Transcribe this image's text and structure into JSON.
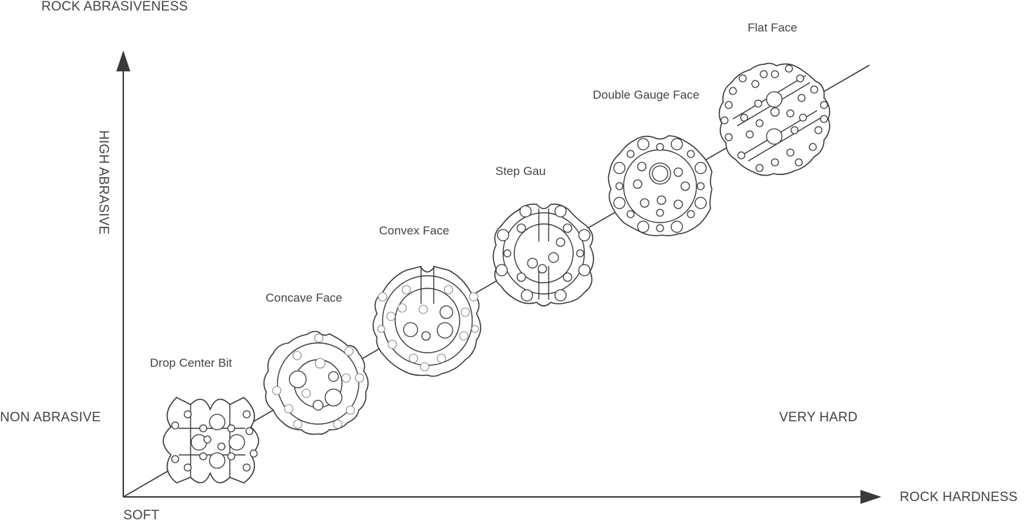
{
  "title": "ROCK ABRASIVENESS",
  "y_axis": {
    "top_label": "HIGH ABRASIVE",
    "bottom_label": "NON ABRASIVE"
  },
  "x_axis": {
    "title": "ROCK HARDNESS",
    "start_label": "SOFT",
    "end_label": "VERY HARD"
  },
  "bits": [
    {
      "label": "Drop Center Bit"
    },
    {
      "label": "Concave Face"
    },
    {
      "label": "Convex Face"
    },
    {
      "label": "Step Gau"
    },
    {
      "label": "Double Gauge Face"
    },
    {
      "label": "Flat Face"
    }
  ],
  "colors": {
    "line": "#3a3a3a",
    "text": "#444444",
    "background": "#ffffff"
  }
}
